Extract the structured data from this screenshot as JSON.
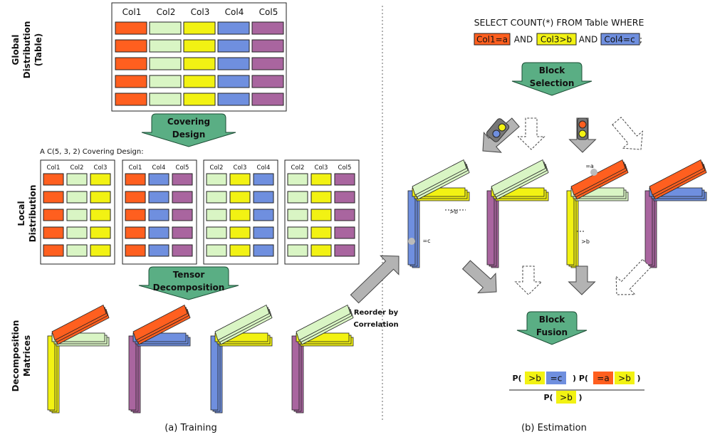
{
  "colors": {
    "col1": "#ff5f1f",
    "col2": "#d9f5c4",
    "col3": "#f2f213",
    "col4": "#6f8fdf",
    "col5": "#a9659f",
    "banner": "#5aae84",
    "arrow_gray": "#b3b3b3"
  },
  "left": {
    "row_label_global": [
      "Global",
      "Distribution",
      "(Table)"
    ],
    "row_label_local": [
      "Local",
      "Distribution"
    ],
    "row_label_decomp": [
      "Decomposition",
      "Matrices"
    ],
    "global_table": {
      "headers": [
        "Col1",
        "Col2",
        "Col3",
        "Col4",
        "Col5"
      ],
      "columns": [
        "col1",
        "col2",
        "col3",
        "col4",
        "col5"
      ],
      "row_count": 5
    },
    "banner_covering": [
      "Covering",
      "Design"
    ],
    "covering_caption": "A C(5, 3, 2) Covering Design:",
    "local_tables": [
      {
        "headers": [
          "Col1",
          "Col2",
          "Col3"
        ],
        "columns": [
          "col1",
          "col2",
          "col3"
        ]
      },
      {
        "headers": [
          "Col1",
          "Col4",
          "Col5"
        ],
        "columns": [
          "col1",
          "col4",
          "col5"
        ]
      },
      {
        "headers": [
          "Col2",
          "Col3",
          "Col4"
        ],
        "columns": [
          "col2",
          "col3",
          "col4"
        ]
      },
      {
        "headers": [
          "Col2",
          "Col3",
          "Col5"
        ],
        "columns": [
          "col2",
          "col3",
          "col5"
        ]
      }
    ],
    "banner_tensor": [
      "Tensor",
      "Decomposition"
    ],
    "decomp_stacks": [
      {
        "top": "col1",
        "mid": "col2",
        "side": "col3"
      },
      {
        "top": "col1",
        "mid": "col4",
        "side": "col5"
      },
      {
        "top": "col2",
        "mid": "col3",
        "side": "col4"
      },
      {
        "top": "col2",
        "mid": "col3",
        "side": "col5"
      }
    ],
    "caption": "(a) Training"
  },
  "middle": {
    "reorder_label": [
      "Reorder by",
      "Correlation"
    ]
  },
  "right": {
    "query_line1": "SELECT COUNT(*) FROM Table WHERE",
    "query_pred1": "Col1=a",
    "query_and1": "AND",
    "query_pred2": "Col3>b",
    "query_and2": "AND",
    "query_pred3": "Col4=c",
    "query_end": ";",
    "banner_selection": [
      "Block",
      "Selection"
    ],
    "banner_fusion": [
      "Block",
      "Fusion"
    ],
    "stacks": [
      {
        "top": "col2",
        "mid": "col3",
        "side": "col4"
      },
      {
        "top": "col2",
        "mid": "col3",
        "side": "col5"
      },
      {
        "top": "col1",
        "mid": "col2",
        "side": "col3"
      },
      {
        "top": "col1",
        "mid": "col4",
        "side": "col5"
      }
    ],
    "annot_gt_b": ">b",
    "annot_eq_c": "=c",
    "annot_eq_a": "=a",
    "formula": {
      "p_open": "P(",
      "num1_a": ">b",
      "num1_b": "=c",
      "p_close_open": ") P(",
      "num2_a": "=a",
      "num2_b": ">b",
      "p_close": ")",
      "den_open": "P(",
      "den_a": ">b",
      "den_close": ")"
    },
    "caption": "(b) Estimation"
  }
}
